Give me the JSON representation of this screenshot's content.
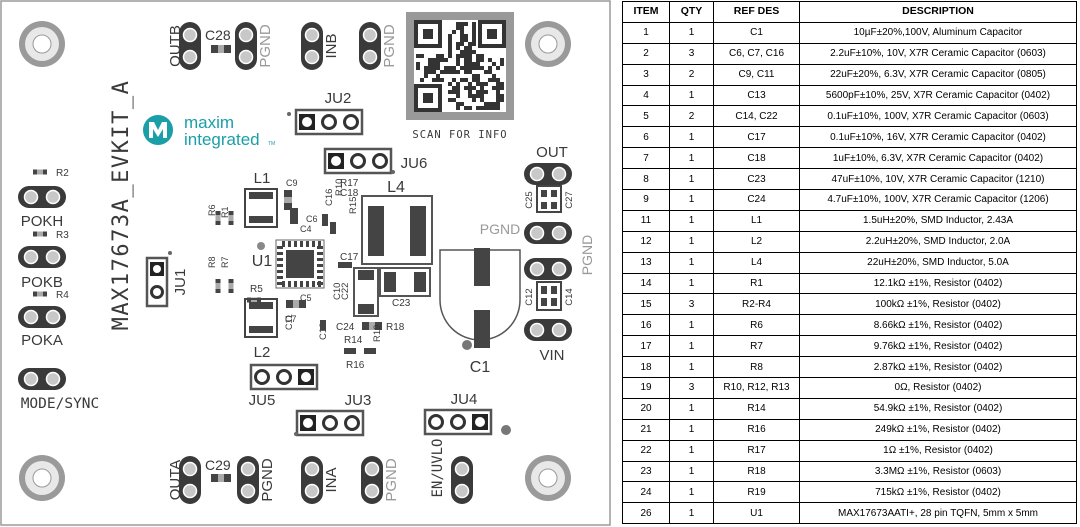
{
  "board": {
    "title": "MAX17673A_EVKIT_A",
    "qr_caption": "SCAN FOR INFO",
    "logo": {
      "line1": "maxim",
      "line2": "integrated",
      "tm": "TM"
    },
    "labels": {
      "outb": "OUTB",
      "inb": "INB",
      "pgnd": "PGND",
      "c28": "C28",
      "outa": "OUTA",
      "ina": "INA",
      "c29": "C29",
      "en_uvlo": "EN/UVLO",
      "ju1": "JU1",
      "ju2": "JU2",
      "ju3": "JU3",
      "ju4": "JU4",
      "ju5": "JU5",
      "ju6": "JU6",
      "pokh": "POKH",
      "pokb": "POKB",
      "poka": "POKA",
      "mode_sync": "MODE/SYNC",
      "r2": "R2",
      "r3": "R3",
      "r4": "R4",
      "out": "OUT",
      "vin": "VIN",
      "l1": "L1",
      "l2": "L2",
      "l4": "L4",
      "u1": "U1",
      "c1": "C1",
      "c9": "C9",
      "c6": "C6",
      "c4": "C4",
      "c5": "C5",
      "c7": "C7",
      "c11": "C11",
      "c13": "C13",
      "c16": "C16",
      "r10": "R10",
      "r17": "R17",
      "c18": "C18",
      "r15": "R15",
      "r6": "R6",
      "r1": "R1",
      "r8": "R8",
      "r7": "R7",
      "r5": "R5",
      "c17": "C17",
      "c22": "C22",
      "c23": "C23",
      "c24": "C24",
      "c10": "C10",
      "r18": "R18",
      "r14": "R14",
      "r19": "R19",
      "r16": "R16",
      "c25": "C25",
      "c27": "C27",
      "c12": "C12",
      "c14": "C14"
    }
  },
  "bom": {
    "headers": [
      "ITEM",
      "QTY",
      "REF DES",
      "DESCRIPTION"
    ],
    "rows": [
      [
        "1",
        "1",
        "C1",
        "10µF±20%,100V, Aluminum Capacitor"
      ],
      [
        "2",
        "3",
        "C6, C7, C16",
        "2.2uF±10%, 10V, X7R Ceramic Capacitor (0603)"
      ],
      [
        "3",
        "2",
        "C9, C11",
        "22uF±20%, 6.3V, X7R Ceramic Capacitor (0805)"
      ],
      [
        "4",
        "1",
        "C13",
        "5600pF±10%, 25V, X7R Ceramic Capacitor (0402)"
      ],
      [
        "5",
        "2",
        "C14, C22",
        "0.1uF±10%, 100V, X7R Ceramic Capacitor (0603)"
      ],
      [
        "6",
        "1",
        "C17",
        "0.1uF±10%, 16V, X7R Ceramic Capacitor (0402)"
      ],
      [
        "7",
        "1",
        "C18",
        "1uF±10%, 6.3V, X7R Ceramic Capacitor (0402)"
      ],
      [
        "8",
        "1",
        "C23",
        "47uF±10%, 10V, X7R Ceramic Capacitor (1210)"
      ],
      [
        "9",
        "1",
        "C24",
        "4.7uF±10%, 100V, X7R Ceramic Capacitor (1206)"
      ],
      [
        "11",
        "1",
        "L1",
        "1.5uH±20%, SMD Inductor, 2.43A"
      ],
      [
        "12",
        "1",
        "L2",
        "2.2uH±20%, SMD Inductor, 2.0A"
      ],
      [
        "13",
        "1",
        "L4",
        "22uH±20%, SMD Inductor, 5.0A"
      ],
      [
        "14",
        "1",
        "R1",
        "12.1kΩ ±1%, Resistor (0402)"
      ],
      [
        "15",
        "3",
        "R2-R4",
        "100kΩ ±1%, Resistor (0402)"
      ],
      [
        "16",
        "1",
        "R6",
        "8.66kΩ ±1%, Resistor (0402)"
      ],
      [
        "17",
        "1",
        "R7",
        "9.76kΩ ±1%, Resistor (0402)"
      ],
      [
        "18",
        "1",
        "R8",
        "2.87kΩ ±1%, Resistor (0402)"
      ],
      [
        "19",
        "3",
        "R10, R12, R13",
        "0Ω, Resistor (0402)"
      ],
      [
        "20",
        "1",
        "R14",
        "54.9kΩ ±1%, Resistor (0402)"
      ],
      [
        "21",
        "1",
        "R16",
        "249kΩ ±1%, Resistor (0402)"
      ],
      [
        "22",
        "1",
        "R17",
        "1Ω ±1%, Resistor (0402)"
      ],
      [
        "23",
        "1",
        "R18",
        "3.3MΩ ±1%, Resistor (0603)"
      ],
      [
        "24",
        "1",
        "R19",
        "715kΩ ±1%, Resistor (0402)"
      ],
      [
        "26",
        "1",
        "U1",
        "MAX17673AATI+, 28 pin TQFN, 5mm x 5mm"
      ]
    ]
  }
}
